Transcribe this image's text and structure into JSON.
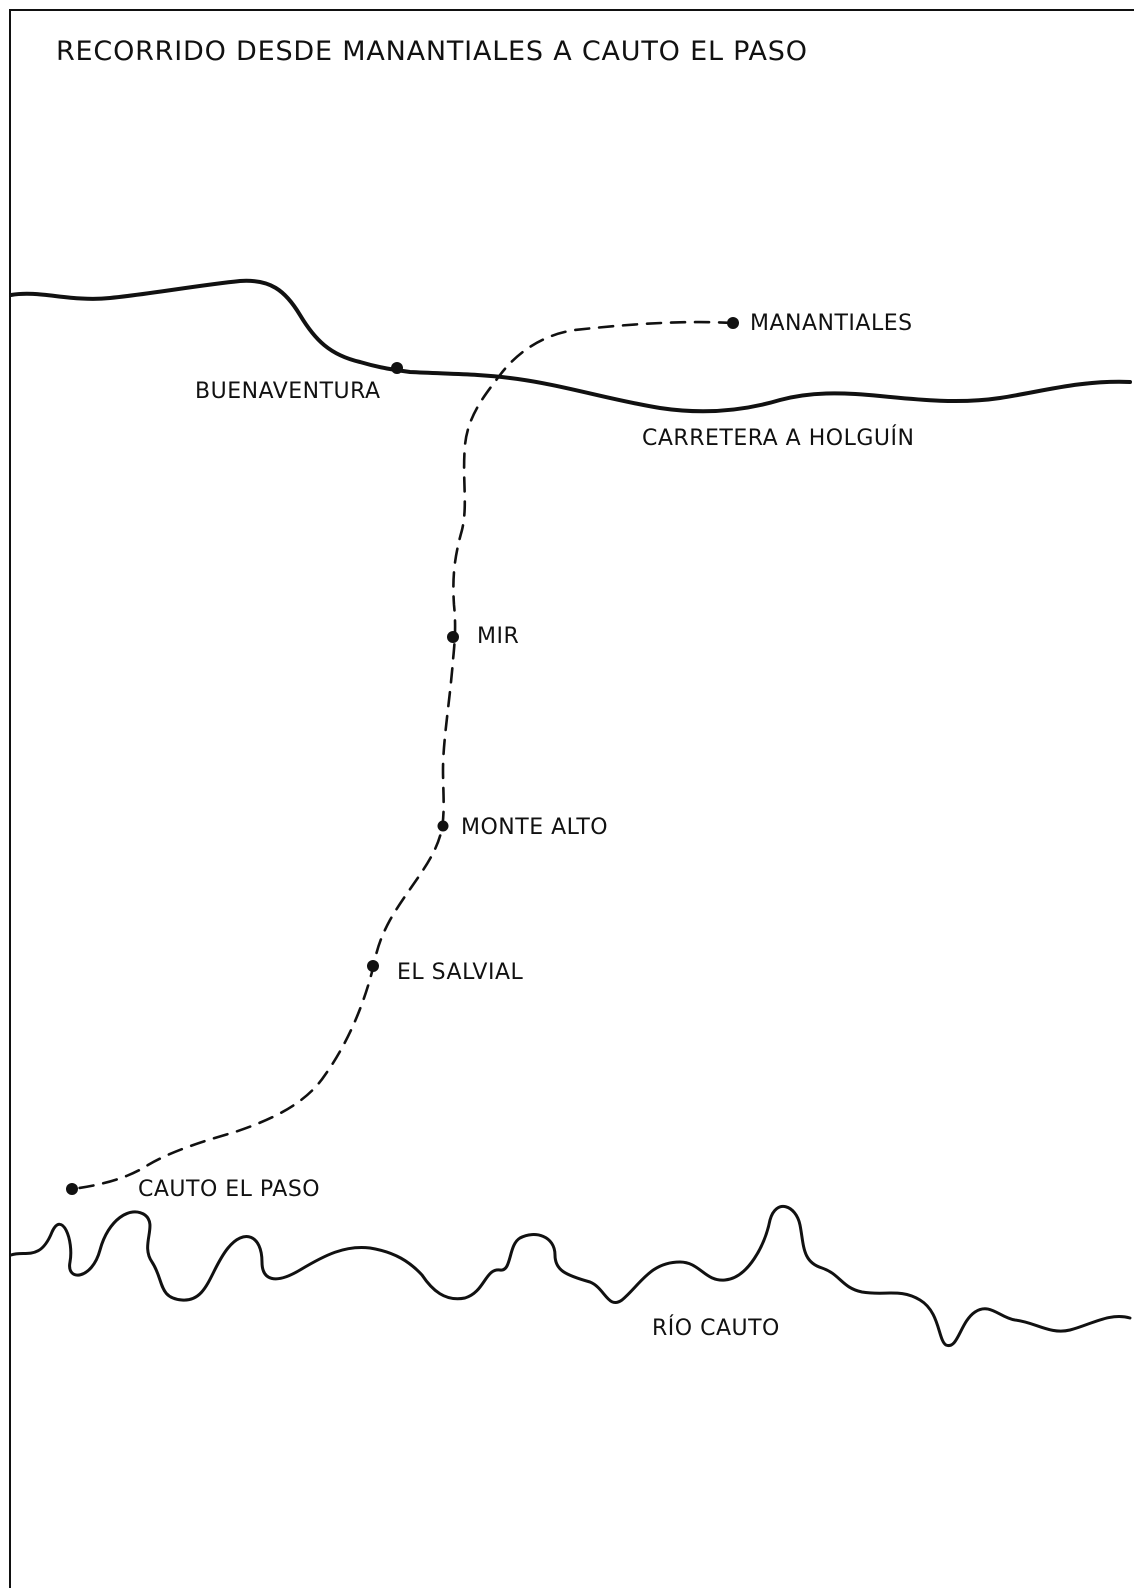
{
  "map": {
    "title": "RECORRIDO DESDE MANANTIALES A CAUTO EL PASO",
    "colors": {
      "ink": "#111111",
      "paper": "#ffffff"
    },
    "features": {
      "road": "CARRETERA A HOLGUÍN",
      "river": "RÍO CAUTO"
    },
    "places": {
      "manantiales": "MANANTIALES",
      "buenaventura": "BUENAVENTURA",
      "mir": "MIR",
      "monte_alto": "MONTE ALTO",
      "el_salvial": "EL SALVIAL",
      "cauto_el_paso": "CAUTO EL PASO"
    }
  }
}
